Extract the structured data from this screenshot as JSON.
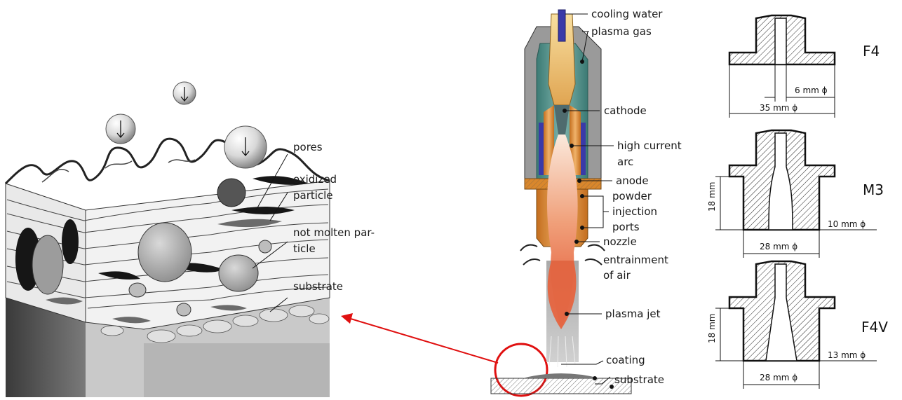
{
  "coating_labels": {
    "pores": "pores",
    "oxidized_line1": "oxidized",
    "oxidized_line2": "particle",
    "notmolten_line1": "not molten par-",
    "notmolten_line2": "ticle",
    "substrate": "substrate"
  },
  "torch_labels": {
    "cooling_water": "cooling water",
    "plasma_gas": "plasma gas",
    "cathode": "cathode",
    "arc_line1": "high current",
    "arc_line2": "arc",
    "anode": "anode",
    "powder_line1": "powder",
    "powder_line2": "injection",
    "powder_line3": "ports",
    "nozzle": "nozzle",
    "entrain_line1": "entrainment",
    "entrain_line2": "of air",
    "plasma_jet": "plasma jet",
    "coating": "coating",
    "substrate": "substrate"
  },
  "nozzles": [
    {
      "name": "F4",
      "exit": "6 mm ϕ",
      "outer": "35 mm ϕ"
    },
    {
      "name": "M3",
      "height": "18 mm",
      "exit": "10 mm ϕ",
      "outer": "28 mm ϕ"
    },
    {
      "name": "F4V",
      "height": "18 mm",
      "exit": "13 mm ϕ",
      "outer": "28 mm ϕ"
    }
  ],
  "colors": {
    "highlight": "#e01010",
    "torch_teal": "#4f8d88",
    "torch_orange": "#d9872c",
    "electrode_blue": "#3a3aa8",
    "plasma": "#e8603a"
  }
}
